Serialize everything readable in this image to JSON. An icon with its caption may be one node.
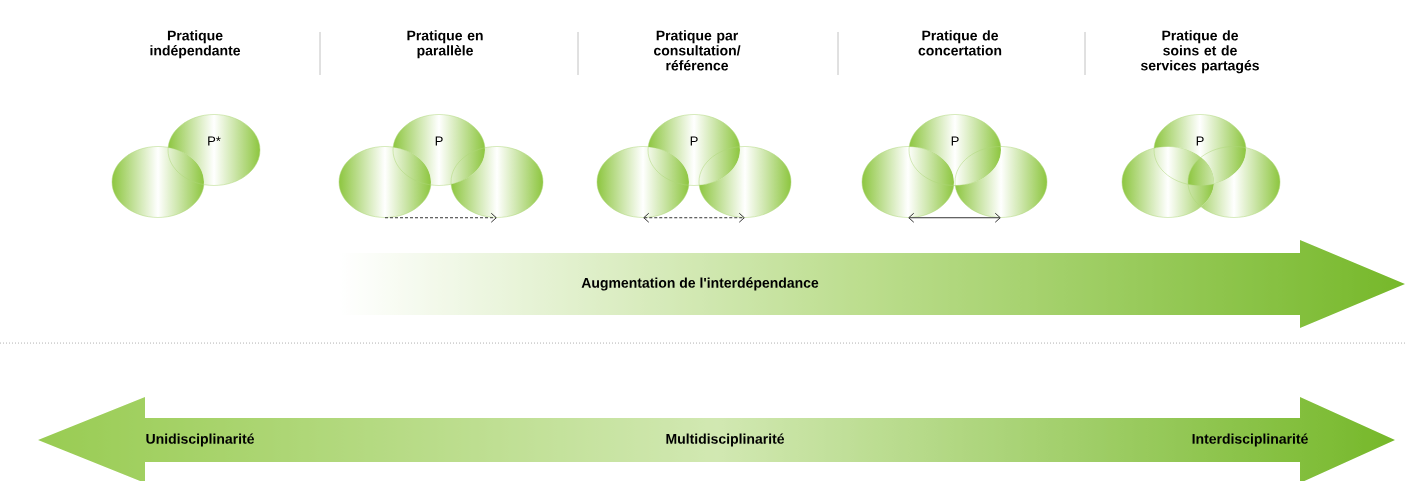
{
  "diagram": {
    "nodes": [
      {
        "text": [],
        "shape": "ellipse"
      },
      {
        "text": [
          "P*"
        ]
      },
      {
        "text": [],
        "shape": "ellipse"
      },
      {
        "text": [
          "P"
        ]
      },
      {
        "text": [],
        "shape": "ellipse"
      },
      {
        "text": [],
        "shape": "ellipse"
      },
      {
        "text": [
          "P"
        ]
      },
      {
        "text": [],
        "shape": "ellipse"
      },
      {
        "text": [],
        "shape": "ellipse"
      },
      {
        "text": [
          "P"
        ]
      },
      {
        "text": [],
        "shape": "ellipse"
      },
      {
        "text": [],
        "shape": "ellipse"
      },
      {
        "text": [
          "P"
        ]
      },
      {
        "text": [],
        "shape": "ellipse"
      },
      {
        "text": [
          "Augmentation de l'interdépendance"
        ]
      },
      {
        "text": [
          "Unidisciplinarité",
          "Multidisciplinarité",
          "Interdisciplinarité"
        ]
      }
    ],
    "edges": [
      {
        "from": 2,
        "to": 4,
        "arrow": "to",
        "style": "dashed"
      },
      {
        "from": 5,
        "to": 7,
        "arrow": "both",
        "style": "dashed"
      },
      {
        "from": 8,
        "to": 10,
        "arrow": "both"
      }
    ],
    "labels": [
      "Pratique indépendante",
      "Pratique en parallèle",
      "Pratique par consultation/ référence",
      "Pratique de concertation",
      "Pratique de soins et de services partagés"
    ]
  }
}
